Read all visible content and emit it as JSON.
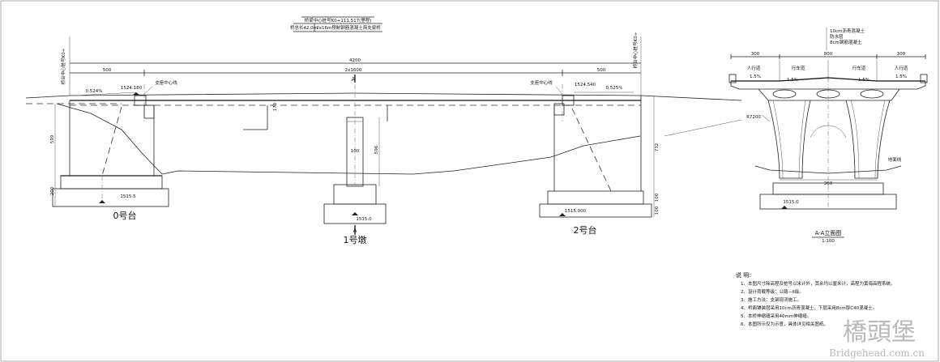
{
  "header": {
    "station_line": "桥梁中心桩号K0+111.517(里程)",
    "length_label": "桥总长42.0m",
    "span_label": "2x16m预制钢筋混凝土简支梁桥"
  },
  "elevation": {
    "top_dims": {
      "overall": "4200",
      "left_span": "500",
      "mid_span": "2x1600",
      "right_span": "500"
    },
    "left_slope": "0.524%",
    "right_slope": "0.525%",
    "left_elev": "1524.180",
    "right_elev": "1524.540",
    "bearing_left": "支座中心线",
    "bearing_right": "支座中心线",
    "section_mark_top": "A",
    "section_mark_bottom": "A",
    "mid_dim": "170",
    "col_width": "100",
    "col_height": "596",
    "left_height": "599",
    "left_found": "200",
    "right_height": "732",
    "right_found1": "100",
    "right_found2": "100",
    "left_found_elev": "1515.5",
    "pier_found_elev": "1515.0",
    "right_found_elev": "1515.000",
    "abut0": "0号台",
    "pier1": "1号墩",
    "abut2": "2号台",
    "left_vertical": "桥台中心桩号K0+",
    "right_vertical": "桥台中心桩号K0+"
  },
  "section": {
    "top_notes": [
      "10cm沥青混凝土",
      "防水层",
      "8cm钢筋混凝土"
    ],
    "width_total": "800",
    "width_left": "300",
    "width_right": "300",
    "lanes": [
      "人行道",
      "行车道",
      "行车道",
      "人行道"
    ],
    "slopes": [
      "1.5%",
      "1.5%",
      "1.5%",
      "1.5%"
    ],
    "col_label": "R7200",
    "ground_label": "地面线",
    "base_width": "360",
    "found_elev": "1515.0",
    "title": "A-A立面图",
    "scale": "1:100"
  },
  "notes": {
    "heading": "说 明:",
    "items": [
      "1、本图尺寸除高程及桩号以米计外，其余均以厘米计，高程为黄海高程系统。",
      "2、设计荷载等级：公路—Ⅱ级。",
      "3、施工方法：支架现浇施工。",
      "4、桥面铺装层采用10cm沥青混凝土，下层采用8cm厚C40混凝土。",
      "5、本桥伸缩缝采用40mm伸缩缝。",
      "6、本图所示仅为示意，具体详见相关图纸。"
    ]
  },
  "watermark": {
    "cn": "橋頭堡",
    "en": "Bridgehead.com.cn"
  }
}
